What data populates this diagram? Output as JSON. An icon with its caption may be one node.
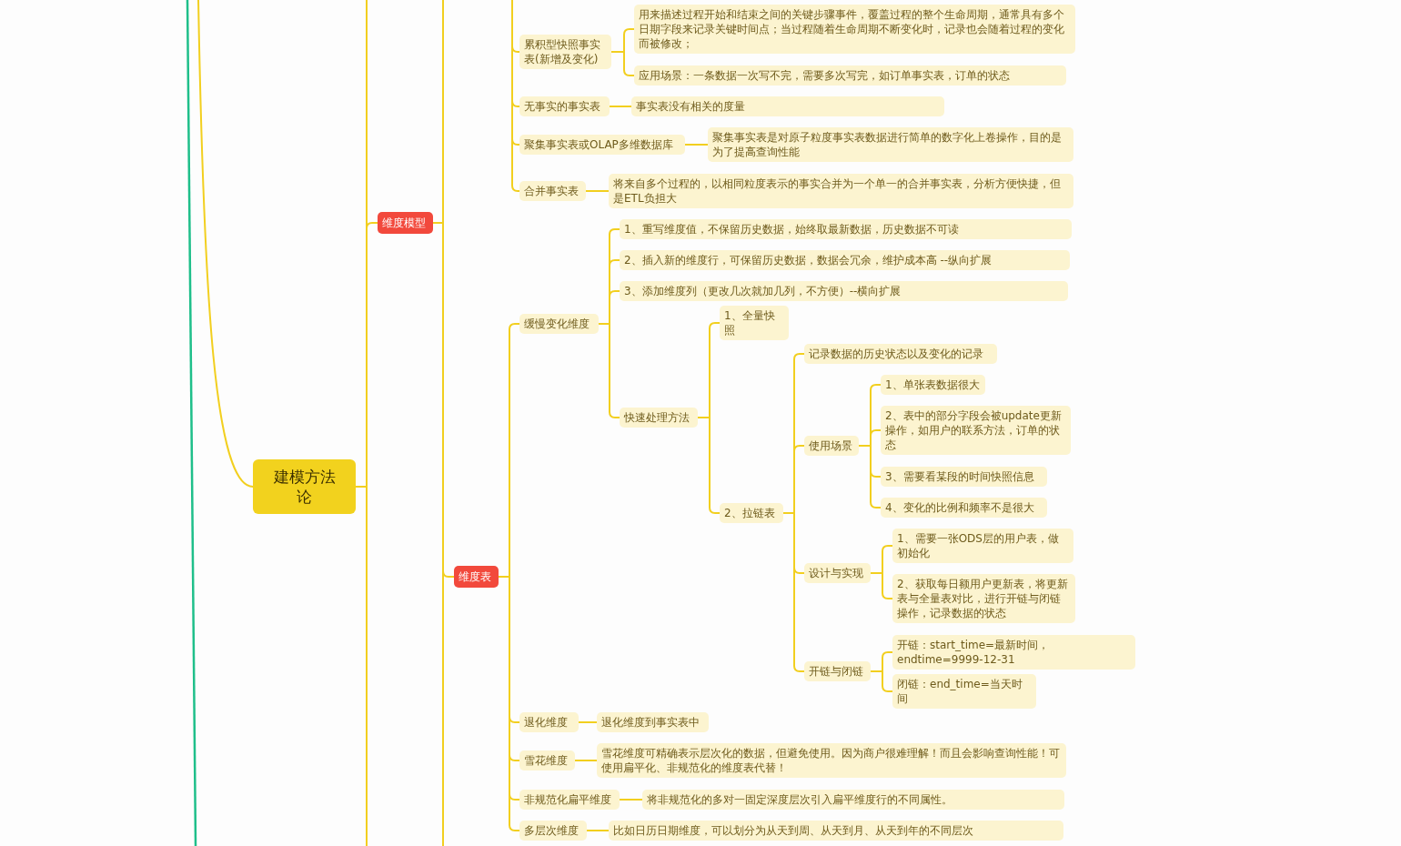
{
  "diagram": {
    "nodes": [
      {
        "text": [
          "建模方法论"
        ]
      },
      {
        "text": [
          "维度模型"
        ]
      },
      {
        "text": [
          "累积型快照事实表(新增及变化)"
        ]
      },
      {
        "text": [
          "用来描述过程开始和结束之间的关键步骤事件，覆盖过程的整个生命周期，通常具有多个日期字段来记录关键时间点；当过程随着生命周期不断变化时，记录也会随着过程的变化而被修改；"
        ]
      },
      {
        "text": [
          "应用场景：一条数据一次写不完，需要多次写完，如订单事实表，订单的状态"
        ]
      },
      {
        "text": [
          "无事实的事实表"
        ]
      },
      {
        "text": [
          "事实表没有相关的度量"
        ]
      },
      {
        "text": [
          "聚集事实表或OLAP多维数据库"
        ]
      },
      {
        "text": [
          "聚集事实表是对原子粒度事实表数据进行简单的数字化上卷操作，目的是为了提高查询性能"
        ]
      },
      {
        "text": [
          "合并事实表"
        ]
      },
      {
        "text": [
          "将来自多个过程的，以相同粒度表示的事实合并为一个单一的合并事实表，分析方便快捷，但是ETL负担大"
        ]
      },
      {
        "text": [
          "维度表"
        ]
      },
      {
        "text": [
          "缓慢变化维度"
        ]
      },
      {
        "text": [
          "1、重写维度值，不保留历史数据，始终取最新数据，历史数据不可读"
        ]
      },
      {
        "text": [
          "2、插入新的维度行，可保留历史数据，数据会冗余，维护成本高 --纵向扩展"
        ]
      },
      {
        "text": [
          "3、添加维度列（更改几次就加几列，不方便）--横向扩展"
        ]
      },
      {
        "text": [
          "快速处理方法"
        ]
      },
      {
        "text": [
          "1、全量快照"
        ]
      },
      {
        "text": [
          "2、拉链表"
        ]
      },
      {
        "text": [
          "记录数据的历史状态以及变化的记录"
        ]
      },
      {
        "text": [
          "使用场景"
        ]
      },
      {
        "text": [
          "1、单张表数据很大"
        ]
      },
      {
        "text": [
          "2、表中的部分字段会被update更新操作，如用户的联系方法，订单的状态"
        ]
      },
      {
        "text": [
          "3、需要看某段的时间快照信息"
        ]
      },
      {
        "text": [
          "4、变化的比例和频率不是很大"
        ]
      },
      {
        "text": [
          "设计与实现"
        ]
      },
      {
        "text": [
          "1、需要一张ODS层的用户表，做初始化"
        ]
      },
      {
        "text": [
          "2、获取每日额用户更新表，将更新表与全量表对比，进行开链与闭链操作，记录数据的状态"
        ]
      },
      {
        "text": [
          "开链与闭链"
        ]
      },
      {
        "text": [
          "开链：start_time=最新时间，endtime=9999-12-31"
        ]
      },
      {
        "text": [
          "闭链：end_time=当天时间"
        ]
      },
      {
        "text": [
          "退化维度"
        ]
      },
      {
        "text": [
          "退化维度到事实表中"
        ]
      },
      {
        "text": [
          "雪花维度"
        ]
      },
      {
        "text": [
          "雪花维度可精确表示层次化的数据，但避免使用。因为商户很难理解！而且会影响查询性能！可使用扁平化、非规范化的维度表代替！"
        ]
      },
      {
        "text": [
          "非规范化扁平维度"
        ]
      },
      {
        "text": [
          "将非规范化的多对一固定深度层次引入扁平维度行的不同属性。"
        ]
      },
      {
        "text": [
          "多层次维度"
        ]
      },
      {
        "text": [
          "比如日历日期维度，可以划分为从天到周、从天到月、从天到年的不同层次"
        ]
      }
    ],
    "edges": [
      {
        "from": null,
        "to": 0,
        "arrow": "none"
      },
      {
        "from": 0,
        "to": null,
        "arrow": "none"
      },
      {
        "from": 0,
        "to": null,
        "arrow": "none"
      },
      {
        "from": 0,
        "to": 1,
        "arrow": "none"
      },
      {
        "from": 1,
        "to": null,
        "arrow": "none"
      },
      {
        "from": 1,
        "to": 11,
        "arrow": "none"
      },
      {
        "from": 1,
        "to": null,
        "arrow": "none"
      },
      {
        "from": null,
        "to": 2,
        "arrow": "none"
      },
      {
        "from": null,
        "to": 5,
        "arrow": "none"
      },
      {
        "from": null,
        "to": 7,
        "arrow": "none"
      },
      {
        "from": null,
        "to": 9,
        "arrow": "none"
      },
      {
        "from": 2,
        "to": 3,
        "arrow": "none"
      },
      {
        "from": 2,
        "to": 4,
        "arrow": "none"
      },
      {
        "from": 5,
        "to": 6,
        "arrow": "none"
      },
      {
        "from": 7,
        "to": 8,
        "arrow": "none"
      },
      {
        "from": 9,
        "to": 10,
        "arrow": "none"
      },
      {
        "from": 11,
        "to": 12,
        "arrow": "none"
      },
      {
        "from": 11,
        "to": 31,
        "arrow": "none"
      },
      {
        "from": 11,
        "to": 33,
        "arrow": "none"
      },
      {
        "from": 11,
        "to": 35,
        "arrow": "none"
      },
      {
        "from": 11,
        "to": 37,
        "arrow": "none"
      },
      {
        "from": 12,
        "to": 13,
        "arrow": "none"
      },
      {
        "from": 12,
        "to": 14,
        "arrow": "none"
      },
      {
        "from": 12,
        "to": 15,
        "arrow": "none"
      },
      {
        "from": 12,
        "to": 16,
        "arrow": "none"
      },
      {
        "from": 16,
        "to": 17,
        "arrow": "none"
      },
      {
        "from": 16,
        "to": 18,
        "arrow": "none"
      },
      {
        "from": 18,
        "to": 19,
        "arrow": "none"
      },
      {
        "from": 18,
        "to": 20,
        "arrow": "none"
      },
      {
        "from": 18,
        "to": 25,
        "arrow": "none"
      },
      {
        "from": 18,
        "to": 28,
        "arrow": "none"
      },
      {
        "from": 20,
        "to": 21,
        "arrow": "none"
      },
      {
        "from": 20,
        "to": 22,
        "arrow": "none"
      },
      {
        "from": 20,
        "to": 23,
        "arrow": "none"
      },
      {
        "from": 20,
        "to": 24,
        "arrow": "none"
      },
      {
        "from": 25,
        "to": 26,
        "arrow": "none"
      },
      {
        "from": 25,
        "to": 27,
        "arrow": "none"
      },
      {
        "from": 28,
        "to": 29,
        "arrow": "none"
      },
      {
        "from": 28,
        "to": 30,
        "arrow": "none"
      },
      {
        "from": 31,
        "to": 32,
        "arrow": "none"
      },
      {
        "from": 33,
        "to": 34,
        "arrow": "none"
      },
      {
        "from": 35,
        "to": 36,
        "arrow": "none"
      },
      {
        "from": 37,
        "to": 38,
        "arrow": "none"
      }
    ]
  }
}
